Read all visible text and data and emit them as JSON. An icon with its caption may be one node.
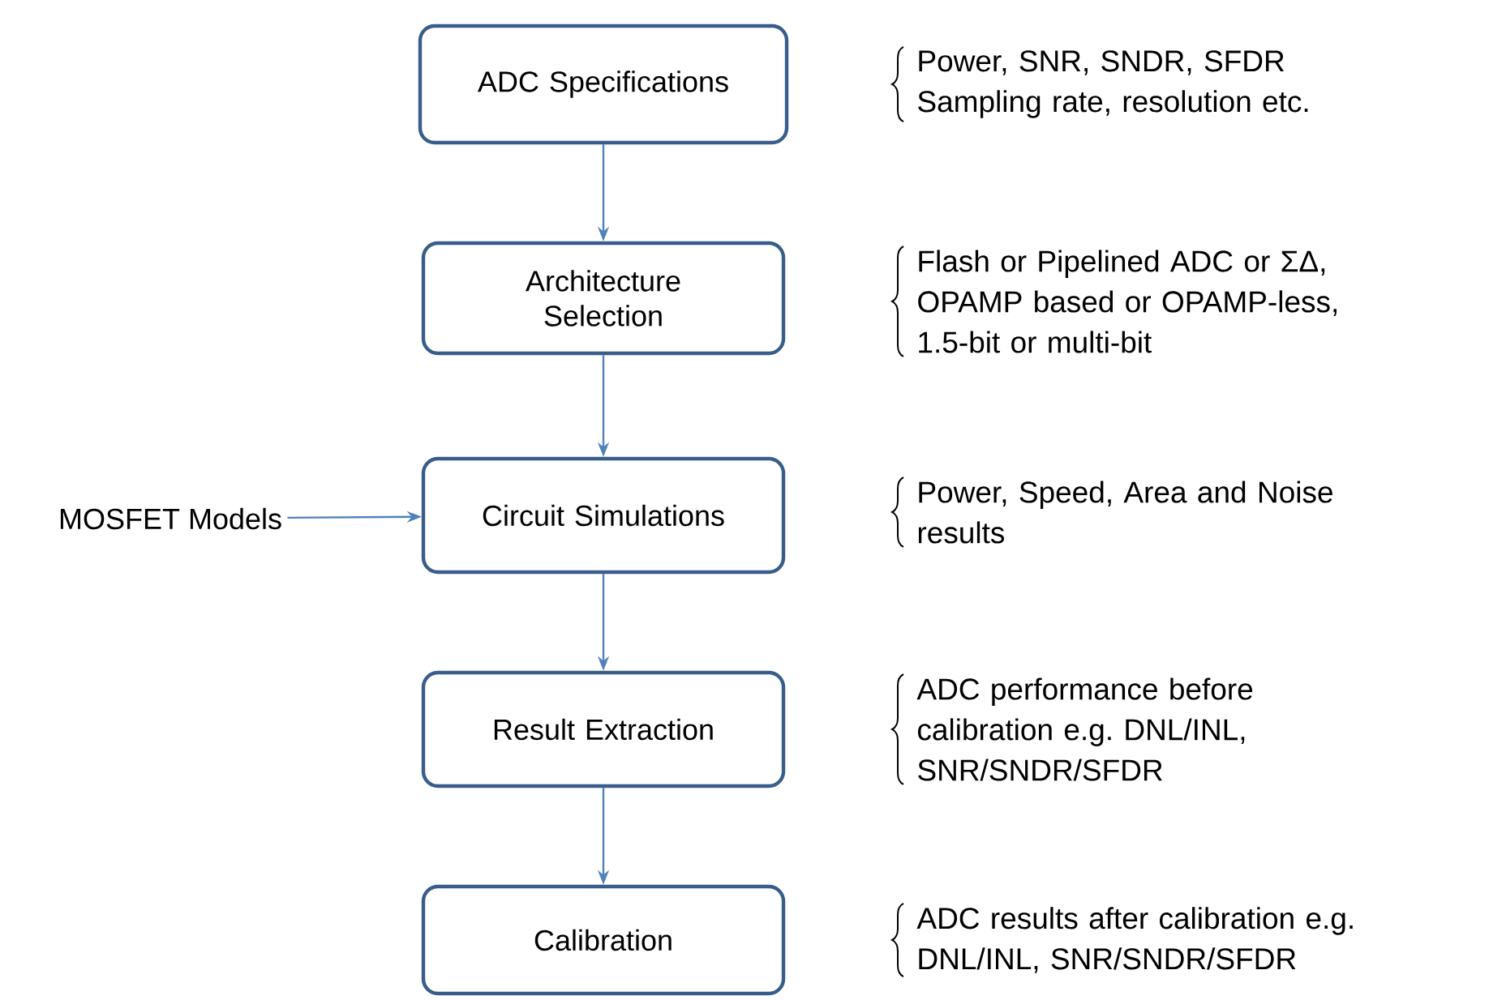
{
  "diagram": {
    "nodes": [
      {
        "text": [
          "ADC Specifications"
        ]
      },
      {
        "text": [
          "Architecture Selection"
        ]
      },
      {
        "text": [
          "Circuit Simulations"
        ]
      },
      {
        "text": [
          "Result Extraction"
        ]
      },
      {
        "text": [
          "Calibration"
        ]
      },
      {
        "text": [
          "MOSFET Models"
        ]
      }
    ],
    "edges": [
      {
        "from": 0,
        "to": 1,
        "arrow": "to"
      },
      {
        "from": 1,
        "to": 2,
        "arrow": "to"
      },
      {
        "from": 2,
        "to": 3,
        "arrow": "to"
      },
      {
        "from": 3,
        "to": 4,
        "arrow": "to"
      },
      {
        "from": 5,
        "to": 2,
        "arrow": "to"
      }
    ],
    "labels": [
      "Power, SNR, SNDR, SFDR",
      "Sampling rate, resolution etc.",
      "Flash or Pipelined ADC or ΣΔ,",
      "OPAMP based or OPAMP-less,",
      "1.5-bit or multi-bit",
      "Power, Speed, Area and Noise results",
      "ADC performance before calibration e.g. DNL/INL, SNR/SNDR/SFDR",
      "ADC results after calibration e.g. DNL/INL, SNR/SNDR/SFDR"
    ]
  }
}
